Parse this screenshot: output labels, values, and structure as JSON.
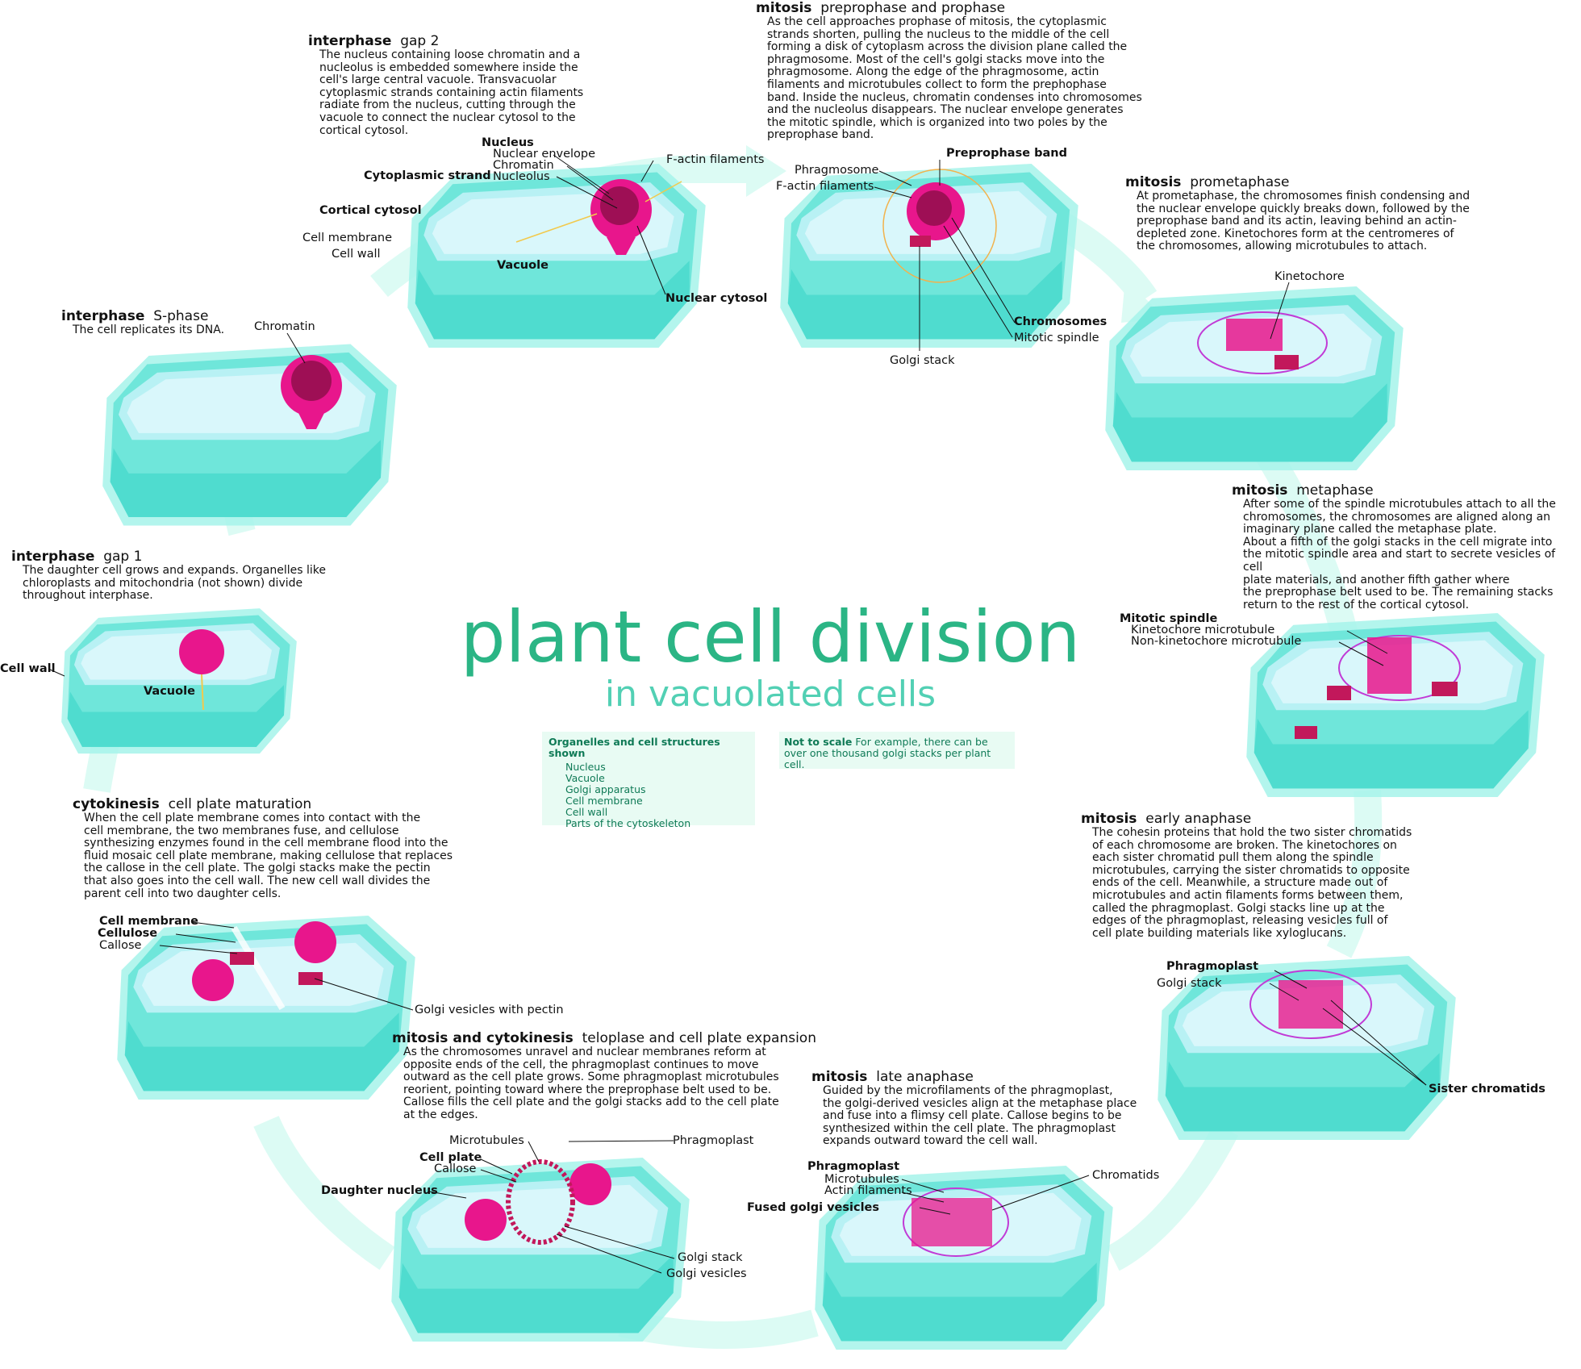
{
  "title": "plant cell division",
  "subtitle": "in vacuolated cells",
  "organelles_box": {
    "title": "Organelles and cell structures shown",
    "items": [
      "Nucleus",
      "Vacuole",
      "Golgi apparatus",
      "Cell membrane",
      "Cell wall",
      "Parts of the cytoskeleton"
    ]
  },
  "scale_note": {
    "bold": "Not to scale",
    "text": " For example, there can be over one thousand golgi stacks per plant cell."
  },
  "colors": {
    "title": "#2bb585",
    "subtitle": "#52d0b4",
    "cell_wall": "#5ee8dc",
    "vacuole": "#cdf3fb",
    "nucleus": "#e8168c",
    "arrow": "#dcfbf4"
  },
  "stages": {
    "g1": {
      "bold": "interphase",
      "light": "gap 1",
      "body": [
        "The daughter cell grows and expands. Organelles like",
        "chloroplasts and mitochondria (not shown) divide",
        "throughout interphase."
      ],
      "labels": {
        "cell_wall": "Cell wall",
        "vacuole": "Vacuole"
      }
    },
    "s": {
      "bold": "interphase",
      "light": "S-phase",
      "body": [
        "The cell replicates its DNA."
      ],
      "labels": {
        "chromatin": "Chromatin"
      }
    },
    "g2": {
      "bold": "interphase",
      "light": "gap 2",
      "body": [
        "The nucleus containing loose chromatin and a",
        "nucleolus is embedded somewhere inside the",
        "cell's large central vacuole. Transvacuolar",
        "cytoplasmic strands containing actin filaments",
        "radiate from the nucleus, cutting through the",
        "vacuole to connect the nuclear cytosol to the",
        "cortical cytosol."
      ],
      "labels": {
        "nucleus": "Nucleus",
        "nuclear_envelope": "Nuclear envelope",
        "chromatin": "Chromatin",
        "nucleolus": "Nucleolus",
        "factin": "F-actin filaments",
        "cytoplasmic_strand": "Cytoplasmic strand",
        "cortical_cytosol": "Cortical cytosol",
        "cell_membrane": "Cell membrane",
        "cell_wall": "Cell wall",
        "vacuole": "Vacuole",
        "nuclear_cytosol": "Nuclear cytosol"
      }
    },
    "prophase": {
      "bold": "mitosis",
      "light": "preprophase and prophase",
      "body": [
        "As the cell approaches prophase of mitosis, the cytoplasmic",
        "strands shorten, pulling the nucleus to the middle of the cell",
        "forming a disk of cytoplasm across the division plane called the",
        "phragmosome. Most of the cell's golgi stacks move into the",
        "phragmosome. Along the edge of the phragmosome, actin",
        "filaments and microtubules collect to form the prephophase",
        "band. Inside the nucleus, chromatin condenses into chromosomes",
        "and the nucleolus disappears. The nuclear envelope generates",
        "the mitotic spindle, which is organized into two poles by the",
        "preprophase band."
      ],
      "labels": {
        "phragmosome": "Phragmosome",
        "factin": "F-actin filaments",
        "preprophase_band": "Preprophase band",
        "chromosomes": "Chromosomes",
        "mitotic_spindle": "Mitotic spindle",
        "golgi_stack": "Golgi stack"
      }
    },
    "prometaphase": {
      "bold": "mitosis",
      "light": "prometaphase",
      "body": [
        "At prometaphase, the chromosomes finish condensing and",
        "the nuclear envelope quickly breaks down, followed by the",
        "preprophase band and its actin, leaving behind an actin-",
        "depleted zone. Kinetochores form at the centromeres of",
        "the chromosomes, allowing microtubules to attach."
      ],
      "labels": {
        "kinetochore": "Kinetochore"
      }
    },
    "metaphase": {
      "bold": "mitosis",
      "light": "metaphase",
      "body": [
        "After some of the spindle microtubules attach to all the",
        "chromosomes, the chromosomes are aligned along an",
        "imaginary plane called the metaphase plate.",
        "About a fifth of the golgi stacks in the cell migrate into",
        "the mitotic spindle area and start to secrete vesicles of cell",
        "plate materials, and another fifth gather where",
        "the preprophase belt used to be. The remaining stacks",
        "return to the rest of the cortical cytosol."
      ],
      "labels": {
        "mitotic_spindle": "Mitotic spindle",
        "kinetochore_mt": "Kinetochore microtubule",
        "non_kinetochore_mt": "Non-kinetochore microtubule"
      }
    },
    "early_anaphase": {
      "bold": "mitosis",
      "light": "early anaphase",
      "body": [
        "The cohesin proteins that hold the two sister chromatids",
        "of each chromosome are broken. The kinetochores on",
        "each sister chromatid pull them along the spindle",
        "microtubules, carrying the sister chromatids to opposite",
        "ends of the cell. Meanwhile, a structure made out of",
        "microtubules and actin filaments forms between them,",
        "called the phragmoplast. Golgi stacks line up at the",
        "edges of the phragmoplast, releasing vesicles full of",
        "cell plate building materials like xyloglucans."
      ],
      "labels": {
        "phragmoplast": "Phragmoplast",
        "golgi_stack": "Golgi stack",
        "sister_chromatids": "Sister chromatids"
      }
    },
    "late_anaphase": {
      "bold": "mitosis",
      "light": "late anaphase",
      "body": [
        "Guided by the microfilaments of the phragmoplast,",
        "the golgi-derived vesicles align at the metaphase place",
        "and fuse into a flimsy cell plate. Callose begins to be",
        "synthesized within the cell plate. The phragmoplast",
        "expands outward toward the cell wall."
      ],
      "labels": {
        "phragmoplast": "Phragmoplast",
        "microtubules": "Microtubules",
        "actin_filaments": "Actin filaments",
        "fused_golgi": "Fused golgi vesicles",
        "chromatids": "Chromatids"
      }
    },
    "telophase": {
      "bold": "mitosis and cytokinesis",
      "light": "teloplase and cell plate expansion",
      "body": [
        "As the chromosomes unravel and nuclear membranes reform at",
        "opposite ends of the cell, the phragmoplast continues to move",
        "outward as the cell plate grows. Some phragmoplast microtubules",
        "reorient, pointing toward where the preprophase belt used to be.",
        "Callose fills the cell plate and the golgi stacks add to the cell plate",
        "at the edges."
      ],
      "labels": {
        "microtubules": "Microtubules",
        "phragmoplast": "Phragmoplast",
        "cell_plate": "Cell plate",
        "callose": "Callose",
        "daughter_nucleus": "Daughter nucleus",
        "golgi_stack": "Golgi stack",
        "golgi_vesicles": "Golgi vesicles"
      }
    },
    "cytokinesis": {
      "bold": "cytokinesis",
      "light": "cell plate maturation",
      "body": [
        "When the cell plate membrane comes into contact with the",
        "cell membrane, the two membranes fuse, and cellulose",
        "synthesizing enzymes found in the cell membrane flood into the",
        "fluid mosaic cell plate membrane, making cellulose that replaces",
        "the callose in the cell plate. The golgi stacks make the pectin",
        "that also goes into the cell wall. The new cell wall divides the",
        "parent cell into two daughter cells."
      ],
      "labels": {
        "cell_membrane": "Cell membrane",
        "cellulose": "Cellulose",
        "callose": "Callose",
        "golgi_vesicles": "Golgi vesicles with pectin"
      }
    }
  }
}
